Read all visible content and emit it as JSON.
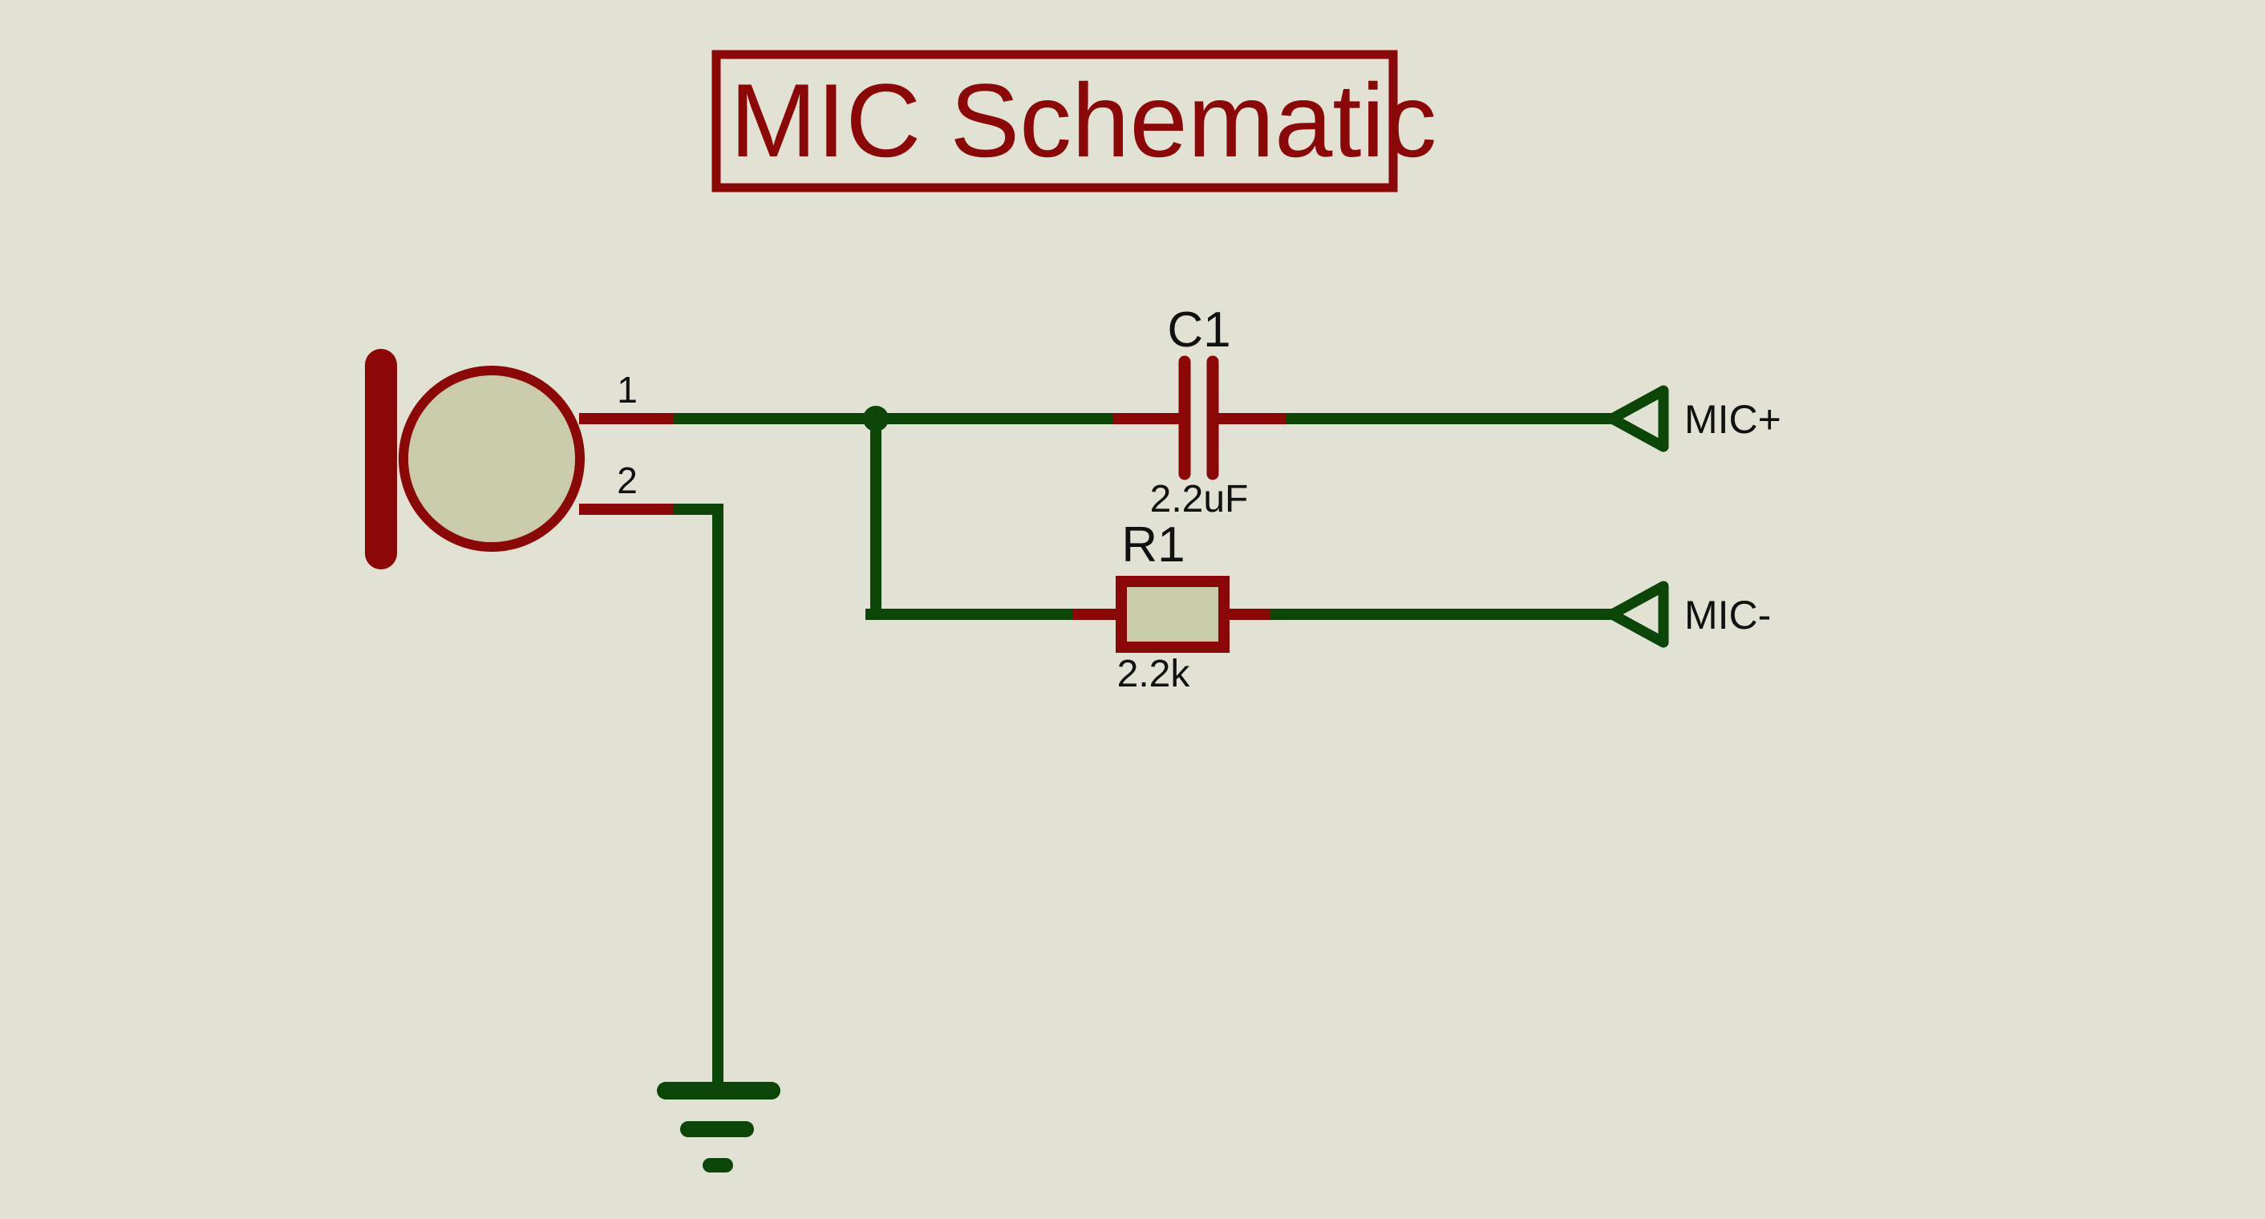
{
  "document": {
    "title": "MIC Schematic",
    "background_color": "#e2e2d4",
    "wire_color": "#0b4508",
    "symbol_color": "#8c0707",
    "body_fill_color": "#c9cbab",
    "text_color": "#111111"
  },
  "title_block": {
    "label": "MIC Schematic",
    "border_color": "#8c0707",
    "text_color": "#8c0707"
  },
  "components": [
    {
      "ref": "MIC",
      "type": "microphone",
      "name": "microphone-symbol",
      "pins": [
        {
          "number": "1",
          "net": "MIC+ / C1 node"
        },
        {
          "number": "2",
          "net": "GND"
        }
      ]
    },
    {
      "ref": "C1",
      "type": "capacitor",
      "name": "capacitor-c1",
      "designator": "C1",
      "value": "2.2uF"
    },
    {
      "ref": "R1",
      "type": "resistor",
      "name": "resistor-r1",
      "designator": "R1",
      "value": "2.2k"
    },
    {
      "ref": "GND",
      "type": "ground",
      "name": "ground-symbol",
      "designator": "",
      "value": ""
    }
  ],
  "ports": [
    {
      "label": "MIC+",
      "name": "port-mic-plus",
      "direction": "output",
      "shape": "triangle-left"
    },
    {
      "label": "MIC-",
      "name": "port-mic-minus",
      "direction": "output",
      "shape": "triangle-left"
    }
  ],
  "pin_labels": {
    "pin1": "1",
    "pin2": "2"
  },
  "component_labels": {
    "c1_designator": "C1",
    "c1_value": "2.2uF",
    "r1_designator": "R1",
    "r1_value": "2.2k"
  },
  "nets": [
    {
      "name": "net-mic1-to-c1",
      "junction": true
    },
    {
      "name": "net-c1-to-micplus",
      "junction": false
    },
    {
      "name": "net-node-to-r1",
      "junction": false
    },
    {
      "name": "net-r1-to-micminus",
      "junction": false
    },
    {
      "name": "net-mic2-to-gnd",
      "junction": false
    }
  ]
}
